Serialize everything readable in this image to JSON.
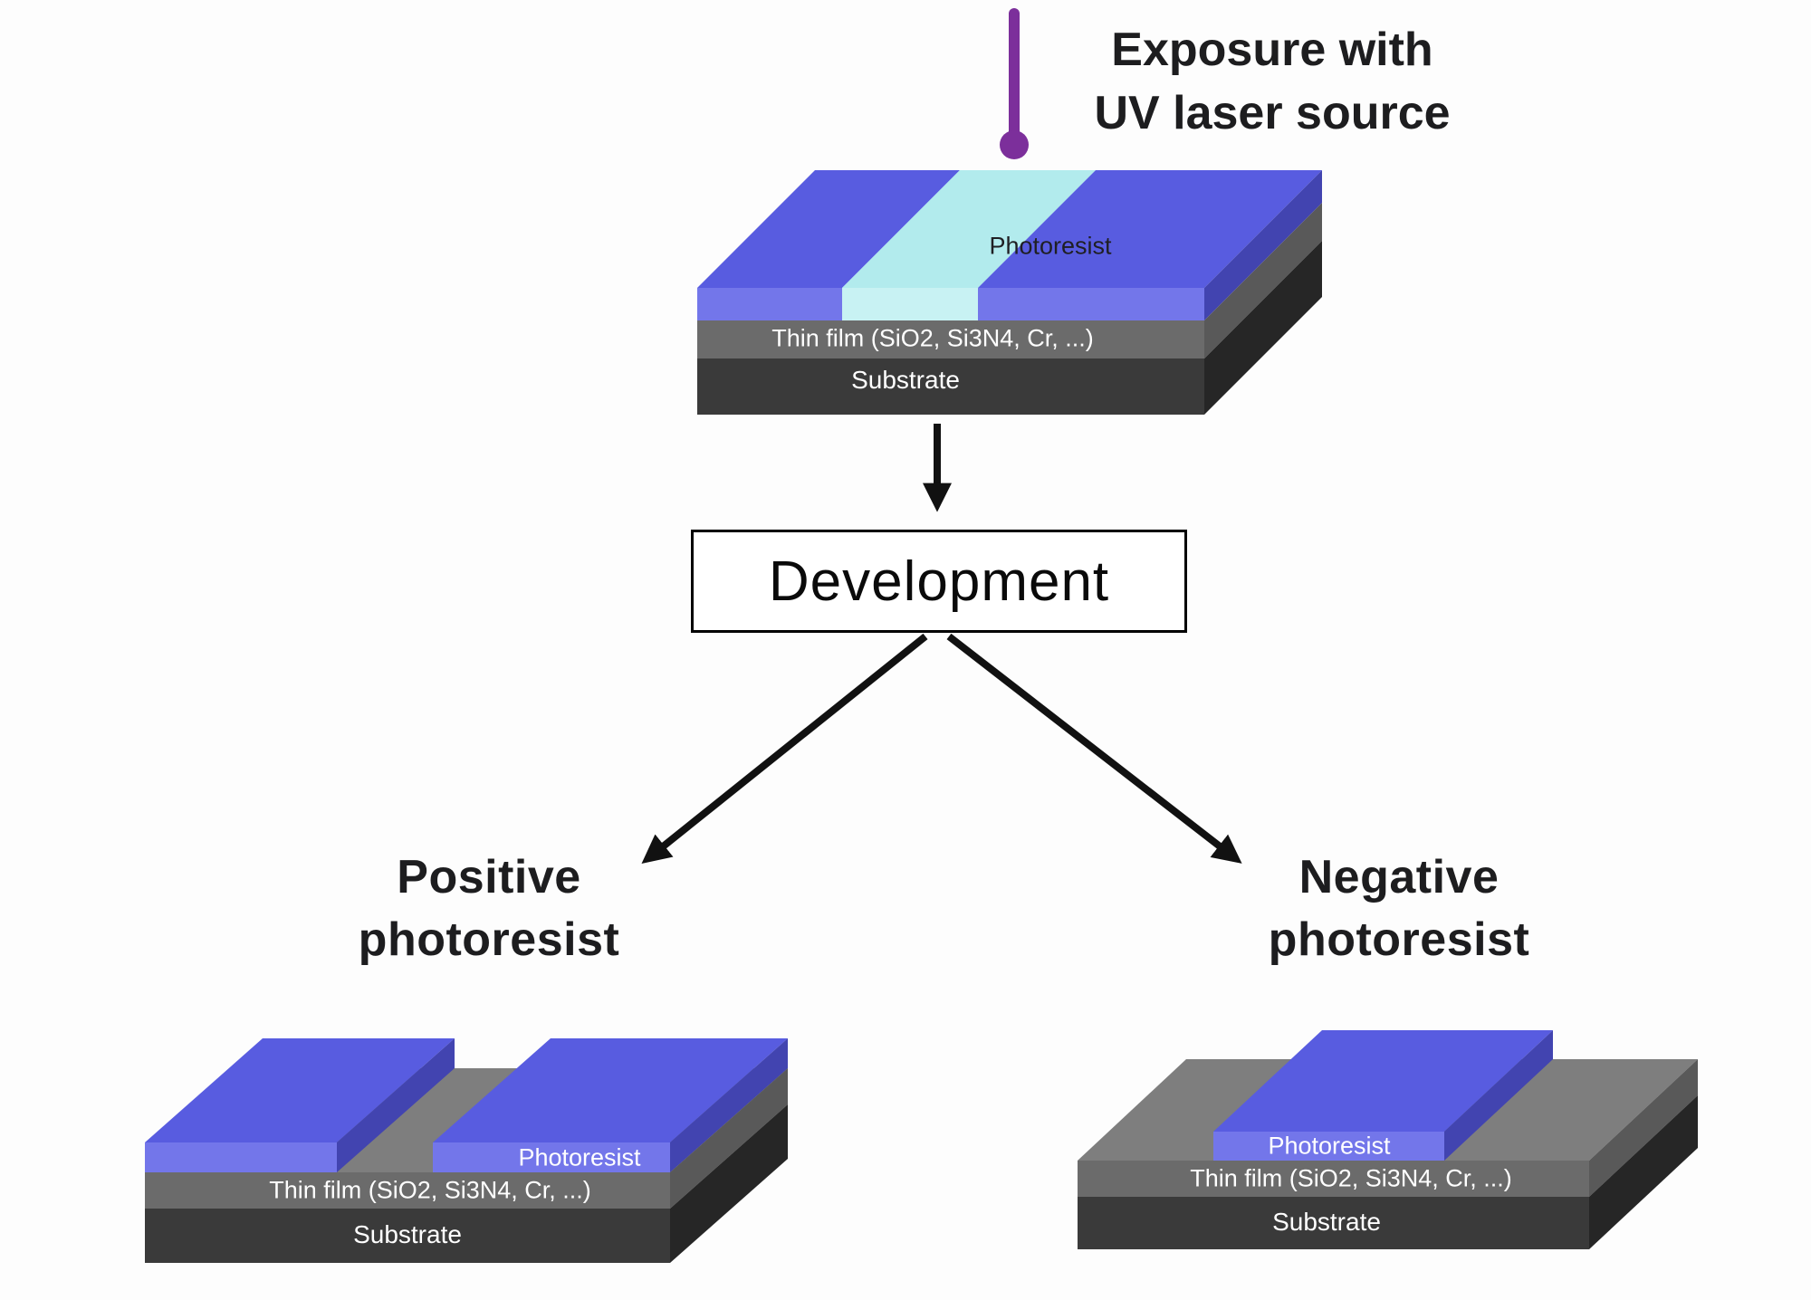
{
  "exposure": {
    "label": "Exposure with\nUV laser source"
  },
  "development": {
    "label": "Development"
  },
  "branches": {
    "positive": {
      "label": "Positive\nphotoresist"
    },
    "negative": {
      "label": "Negative\nphotoresist"
    }
  },
  "stacks": {
    "exposed": {
      "photoresist": "Photoresist",
      "thin_film": "Thin film (SiO2, Si3N4, Cr, ...)",
      "substrate": "Substrate"
    },
    "positive": {
      "photoresist": "Photoresist",
      "thin_film": "Thin film (SiO2, Si3N4, Cr, ...)",
      "substrate": "Substrate"
    },
    "negative": {
      "photoresist": "Photoresist",
      "thin_film": "Thin film (SiO2, Si3N4, Cr, ...)",
      "substrate": "Substrate"
    }
  },
  "colors": {
    "photoresist_top": "#585ce0",
    "photoresist_front": "#7376ea",
    "photoresist_side": "#4244b0",
    "exposed_top": "#b2ebed",
    "exposed_front": "#c8f2f3",
    "film_top": "#7e7e7e",
    "film_front": "#6b6b6b",
    "film_side": "#595959",
    "substrate_front": "#3a3a3a",
    "substrate_side": "#262626",
    "laser": "#7c2f9b",
    "arrow": "#111111"
  }
}
